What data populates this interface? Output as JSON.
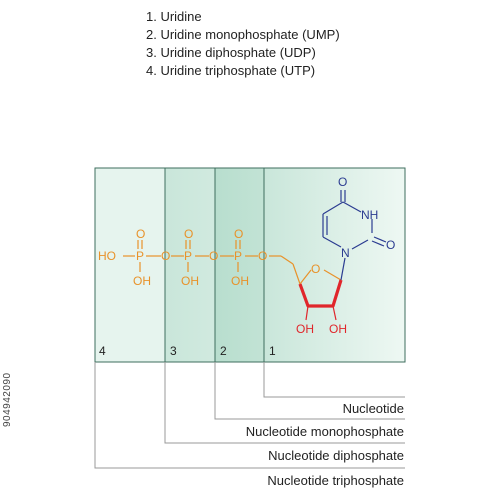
{
  "legend": [
    "1. Uridine",
    "2. Uridine monophosphate (UMP)",
    "3. Uridine diphosphate (UDP)",
    "4. Uridine triphosphate (UTP)"
  ],
  "region_numbers": [
    "4",
    "3",
    "2",
    "1"
  ],
  "bracket_labels": {
    "nucleotide": "Nucleotide",
    "monophosphate": "Nucleotide monophosphate",
    "diphosphate": "Nucleotide diphosphate",
    "triphosphate": "Nucleotide triphosphate"
  },
  "atoms": {
    "O": "O",
    "OH": "OH",
    "HO": "HO",
    "P": "P",
    "NH": "NH",
    "N": "N"
  },
  "watermark": "904942090",
  "colors": {
    "phosphate": "#e8922a",
    "ribose_bond": "#e0262b",
    "hydroxyl": "#e0262b",
    "base": "#2b3c91",
    "panel": "#cfe9df",
    "panel_edge": "#3e6e5e",
    "line": "#999999",
    "text": "#222222"
  }
}
